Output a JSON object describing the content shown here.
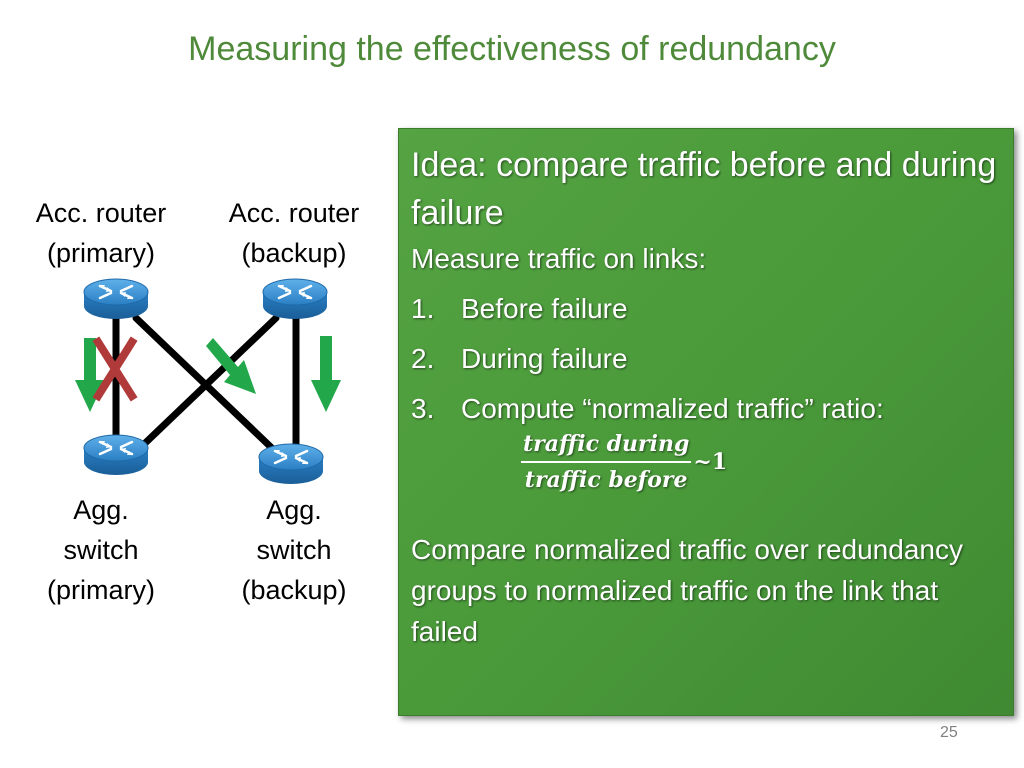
{
  "slide": {
    "title": "Measuring the effectiveness of redundancy",
    "page_number": "25"
  },
  "diagram": {
    "acc_primary": {
      "line1": "Acc. router",
      "line2": "(primary)"
    },
    "acc_backup": {
      "line1": "Acc. router",
      "line2": "(backup)"
    },
    "agg_primary": {
      "line1": "Agg.",
      "line2": "switch",
      "line3": "(primary)"
    },
    "agg_backup": {
      "line1": "Agg.",
      "line2": "switch",
      "line3": "(backup)"
    },
    "router_color": "#2a7fc4",
    "link_color": "#000000",
    "arrow_color": "#22a84a",
    "failure_mark_color": "#b03a3a"
  },
  "box": {
    "idea_keyword": "Idea:",
    "idea_text": "compare traffic before and during failure",
    "measure_heading": "Measure traffic on links:",
    "steps": [
      {
        "num": "1.",
        "text": "Before failure"
      },
      {
        "num": "2.",
        "text": "During failure"
      },
      {
        "num": "3.",
        "text": "Compute “normalized traffic” ratio:"
      }
    ],
    "formula": {
      "numerator": "traffic during",
      "denominator": "traffic before",
      "approx": "~1"
    },
    "compare_text": "Compare normalized traffic over redundancy groups to normalized traffic on the link that failed",
    "background_color": "#4a9a3a"
  }
}
